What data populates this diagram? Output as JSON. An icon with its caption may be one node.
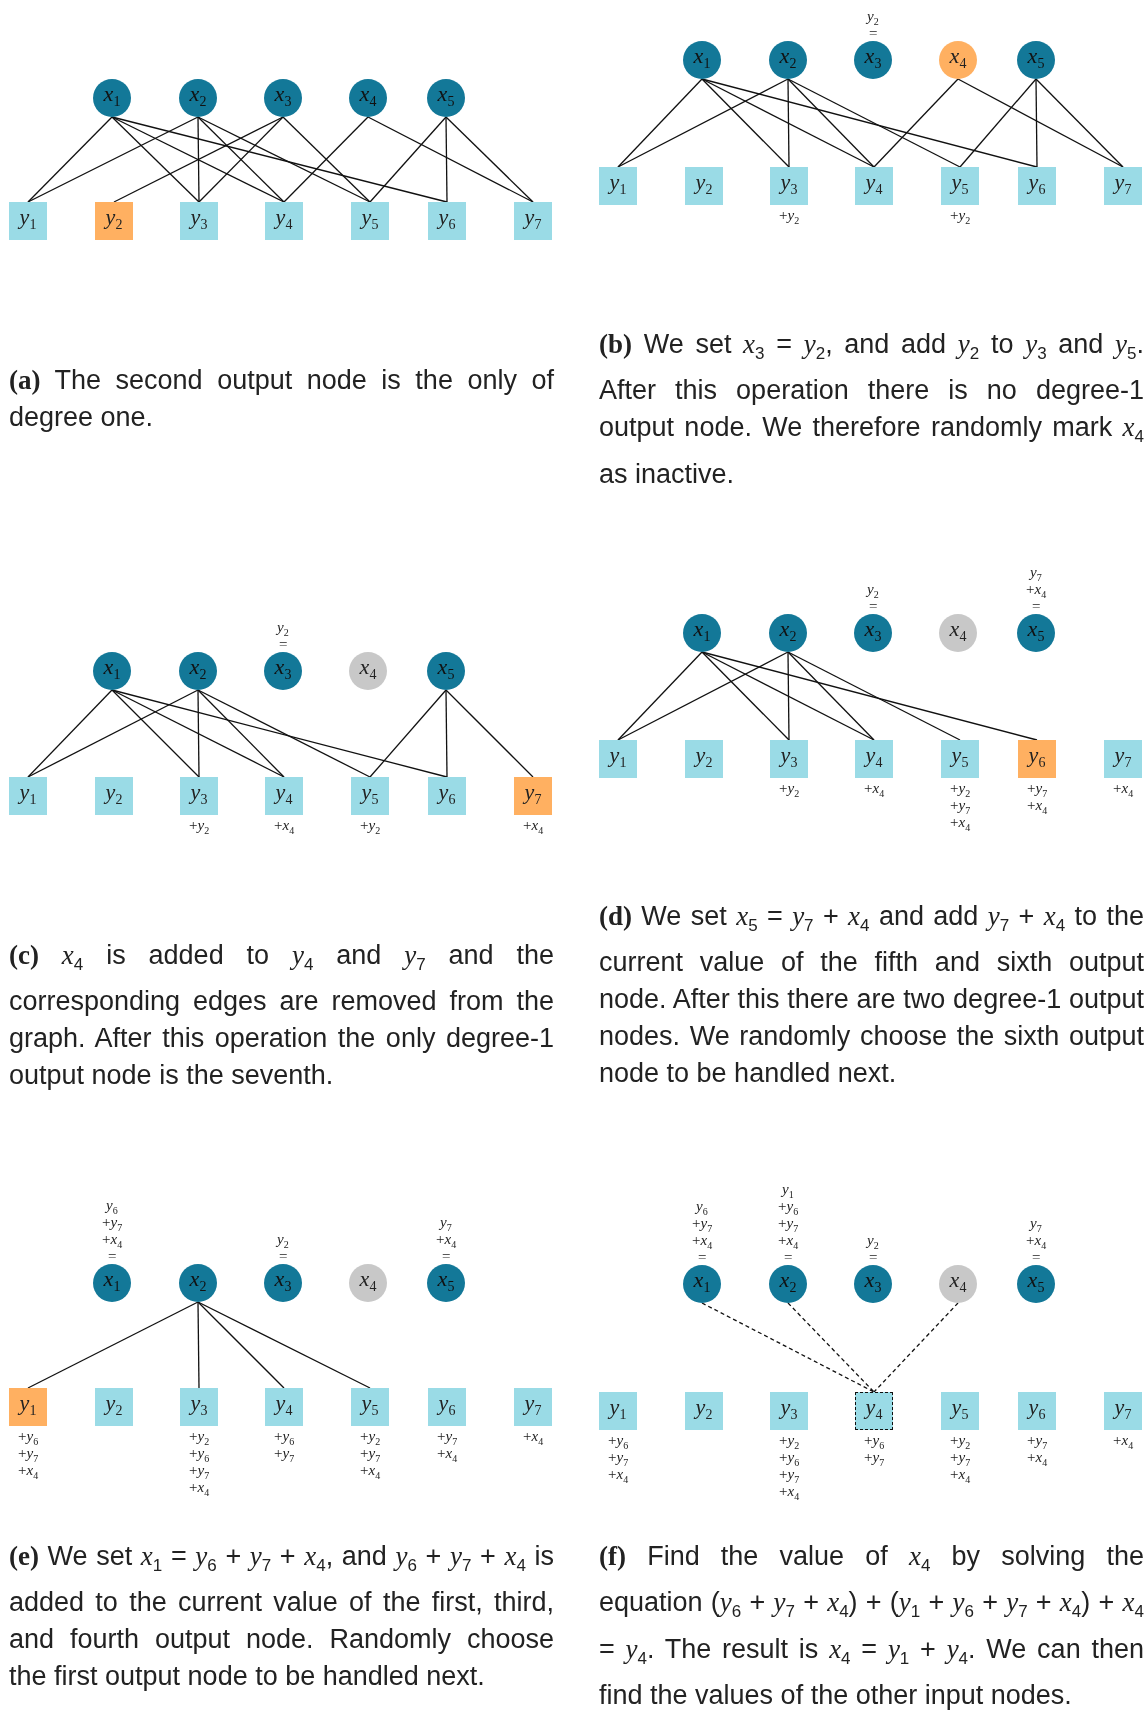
{
  "diagram": {
    "nodes": [
      {
        "text": [
          "*x*$_{1}$"
        ]
      },
      {
        "text": [
          "*x*$_{2}$"
        ]
      },
      {
        "text": [
          "*x*$_{3}$"
        ]
      },
      {
        "text": [
          "*x*$_{4}$"
        ]
      },
      {
        "text": [
          "*x*$_{5}$"
        ]
      },
      {
        "text": [
          "*y*$_{1}$"
        ]
      },
      {
        "text": [
          "*y*$_{2}$"
        ]
      },
      {
        "text": [
          "*y*$_{3}$"
        ]
      },
      {
        "text": [
          "*y*$_{4}$"
        ]
      },
      {
        "text": [
          "*y*$_{5}$"
        ]
      },
      {
        "text": [
          "*y*$_{6}$"
        ]
      },
      {
        "text": [
          "*y*$_{7}$"
        ]
      },
      {
        "text": [
          "*x*$_{1}$"
        ]
      },
      {
        "text": [
          "*x*$_{2}$"
        ]
      },
      {
        "text": [
          "*x*$_{3}$"
        ],
        "beside": [
          "*y*$_{2}$",
          "="
        ]
      },
      {
        "text": [
          "*x*$_{4}$"
        ]
      },
      {
        "text": [
          "*x*$_{5}$"
        ]
      },
      {
        "text": [
          "*y*$_{1}$"
        ]
      },
      {
        "text": [
          "*y*$_{2}$"
        ]
      },
      {
        "text": [
          "*y*$_{3}$"
        ],
        "beside": [
          "+*y*$_{2}$"
        ]
      },
      {
        "text": [
          "*y*$_{4}$"
        ]
      },
      {
        "text": [
          "*y*$_{5}$"
        ],
        "beside": [
          "+*y*$_{2}$"
        ]
      },
      {
        "text": [
          "*y*$_{6}$"
        ]
      },
      {
        "text": [
          "*y*$_{7}$"
        ]
      },
      {
        "text": [
          "*x*$_{1}$"
        ]
      },
      {
        "text": [
          "*x*$_{2}$"
        ]
      },
      {
        "text": [
          "*x*$_{3}$"
        ],
        "beside": [
          "*y*$_{2}$",
          "="
        ]
      },
      {
        "text": [
          "*x*$_{4}$"
        ]
      },
      {
        "text": [
          "*x*$_{5}$"
        ]
      },
      {
        "text": [
          "*y*$_{1}$"
        ]
      },
      {
        "text": [
          "*y*$_{2}$"
        ]
      },
      {
        "text": [
          "*y*$_{3}$"
        ],
        "beside": [
          "+*y*$_{2}$"
        ]
      },
      {
        "text": [
          "*y*$_{4}$"
        ],
        "beside": [
          "+*x*$_{4}$"
        ]
      },
      {
        "text": [
          "*y*$_{5}$"
        ],
        "beside": [
          "+*y*$_{2}$"
        ]
      },
      {
        "text": [
          "*y*$_{6}$"
        ]
      },
      {
        "text": [
          "*y*$_{7}$"
        ],
        "beside": [
          "+*x*$_{4}$"
        ]
      },
      {
        "text": [
          "*x*$_{1}$"
        ]
      },
      {
        "text": [
          "*x*$_{2}$"
        ]
      },
      {
        "text": [
          "*x*$_{3}$"
        ],
        "beside": [
          "*y*$_{2}$",
          "="
        ]
      },
      {
        "text": [
          "*x*$_{4}$"
        ]
      },
      {
        "text": [
          "*x*$_{5}$"
        ],
        "beside": [
          "*y*$_{7}$",
          "+*x*$_{4}$",
          "="
        ]
      },
      {
        "text": [
          "*y*$_{1}$"
        ]
      },
      {
        "text": [
          "*y*$_{2}$"
        ]
      },
      {
        "text": [
          "*y*$_{3}$"
        ],
        "beside": [
          "+*y*$_{2}$"
        ]
      },
      {
        "text": [
          "*y*$_{4}$"
        ],
        "beside": [
          "+*x*$_{4}$"
        ]
      },
      {
        "text": [
          "*y*$_{5}$"
        ],
        "beside": [
          "+*y*$_{2}$",
          "+*y*$_{7}$",
          "+*x*$_{4}$"
        ]
      },
      {
        "text": [
          "*y*$_{6}$"
        ],
        "beside": [
          "+*y*$_{7}$",
          "+*x*$_{4}$"
        ]
      },
      {
        "text": [
          "*y*$_{7}$"
        ],
        "beside": [
          "+*x*$_{4}$"
        ]
      },
      {
        "text": [
          "*x*$_{1}$"
        ],
        "beside": [
          "*y*$_{6}$",
          "+*y*$_{7}$",
          "+*x*$_{4}$",
          "="
        ]
      },
      {
        "text": [
          "*x*$_{2}$"
        ]
      },
      {
        "text": [
          "*x*$_{3}$"
        ],
        "beside": [
          "*y*$_{2}$",
          "="
        ]
      },
      {
        "text": [
          "*x*$_{4}$"
        ]
      },
      {
        "text": [
          "*x*$_{5}$"
        ],
        "beside": [
          "*y*$_{7}$",
          "+*x*$_{4}$",
          "="
        ]
      },
      {
        "text": [
          "*y*$_{1}$"
        ],
        "beside": [
          "+*y*$_{6}$",
          "+*y*$_{7}$",
          "+*x*$_{4}$"
        ]
      },
      {
        "text": [
          "*y*$_{2}$"
        ]
      },
      {
        "text": [
          "*y*$_{3}$"
        ],
        "beside": [
          "+*y*$_{2}$",
          "+*y*$_{6}$",
          "+*y*$_{7}$",
          "+*x*$_{4}$"
        ]
      },
      {
        "text": [
          "*y*$_{4}$"
        ],
        "beside": [
          "+*y*$_{6}$",
          "+*y*$_{7}$"
        ]
      },
      {
        "text": [
          "*y*$_{5}$"
        ],
        "beside": [
          "+*y*$_{2}$",
          "+*y*$_{7}$",
          "+*x*$_{4}$"
        ]
      },
      {
        "text": [
          "*y*$_{6}$"
        ],
        "beside": [
          "+*y*$_{7}$",
          "+*x*$_{4}$"
        ]
      },
      {
        "text": [
          "*y*$_{7}$"
        ],
        "beside": [
          "+*x*$_{4}$"
        ]
      },
      {
        "text": [
          "*x*$_{1}$"
        ],
        "beside": [
          "*y*$_{6}$",
          "+*y*$_{7}$",
          "+*x*$_{4}$",
          "="
        ]
      },
      {
        "text": [
          "*x*$_{2}$"
        ],
        "beside": [
          "*y*$_{1}$",
          "+*y*$_{6}$",
          "+*y*$_{7}$",
          "+*x*$_{4}$",
          "="
        ]
      },
      {
        "text": [
          "*x*$_{3}$"
        ],
        "beside": [
          "*y*$_{2}$",
          "="
        ]
      },
      {
        "text": [
          "*x*$_{4}$"
        ]
      },
      {
        "text": [
          "*x*$_{5}$"
        ],
        "beside": [
          "*y*$_{7}$",
          "+*x*$_{4}$",
          "="
        ]
      },
      {
        "text": [
          "*y*$_{1}$"
        ],
        "beside": [
          "+*y*$_{6}$",
          "+*y*$_{7}$",
          "+*x*$_{4}$"
        ]
      },
      {
        "text": [
          "*y*$_{2}$"
        ]
      },
      {
        "text": [
          "*y*$_{3}$"
        ],
        "beside": [
          "+*y*$_{2}$",
          "+*y*$_{6}$",
          "+*y*$_{7}$",
          "+*x*$_{4}$"
        ]
      },
      {
        "text": [
          "*y*$_{4}$"
        ],
        "beside": [
          "+*y*$_{6}$",
          "+*y*$_{7}$"
        ]
      },
      {
        "text": [
          "*y*$_{5}$"
        ],
        "beside": [
          "+*y*$_{2}$",
          "+*y*$_{7}$",
          "+*x*$_{4}$"
        ]
      },
      {
        "text": [
          "*y*$_{6}$"
        ],
        "beside": [
          "+*y*$_{7}$",
          "+*x*$_{4}$"
        ]
      },
      {
        "text": [
          "*y*$_{7}$"
        ],
        "beside": [
          "+*x*$_{4}$"
        ]
      }
    ],
    "edges": [
      {
        "from": 0,
        "to": 5,
        "arrow": "none"
      },
      {
        "from": 0,
        "to": 7,
        "arrow": "none"
      },
      {
        "from": 0,
        "to": 8,
        "arrow": "none"
      },
      {
        "from": 0,
        "to": 10,
        "arrow": "none"
      },
      {
        "from": 1,
        "to": 5,
        "arrow": "none"
      },
      {
        "from": 1,
        "to": 7,
        "arrow": "none"
      },
      {
        "from": 1,
        "to": 8,
        "arrow": "none"
      },
      {
        "from": 1,
        "to": 9,
        "arrow": "none"
      },
      {
        "from": 2,
        "to": 6,
        "arrow": "none"
      },
      {
        "from": 2,
        "to": 7,
        "arrow": "none"
      },
      {
        "from": 2,
        "to": 9,
        "arrow": "none"
      },
      {
        "from": 3,
        "to": 8,
        "arrow": "none"
      },
      {
        "from": 3,
        "to": 11,
        "arrow": "none"
      },
      {
        "from": 4,
        "to": 9,
        "arrow": "none"
      },
      {
        "from": 4,
        "to": 10,
        "arrow": "none"
      },
      {
        "from": 4,
        "to": 11,
        "arrow": "none"
      },
      {
        "from": 12,
        "to": 17,
        "arrow": "none"
      },
      {
        "from": 12,
        "to": 19,
        "arrow": "none"
      },
      {
        "from": 12,
        "to": 20,
        "arrow": "none"
      },
      {
        "from": 12,
        "to": 22,
        "arrow": "none"
      },
      {
        "from": 13,
        "to": 17,
        "arrow": "none"
      },
      {
        "from": 13,
        "to": 19,
        "arrow": "none"
      },
      {
        "from": 13,
        "to": 20,
        "arrow": "none"
      },
      {
        "from": 13,
        "to": 21,
        "arrow": "none"
      },
      {
        "from": 15,
        "to": 20,
        "arrow": "none"
      },
      {
        "from": 15,
        "to": 23,
        "arrow": "none"
      },
      {
        "from": 16,
        "to": 21,
        "arrow": "none"
      },
      {
        "from": 16,
        "to": 22,
        "arrow": "none"
      },
      {
        "from": 16,
        "to": 23,
        "arrow": "none"
      },
      {
        "from": 24,
        "to": 29,
        "arrow": "none"
      },
      {
        "from": 24,
        "to": 31,
        "arrow": "none"
      },
      {
        "from": 24,
        "to": 32,
        "arrow": "none"
      },
      {
        "from": 24,
        "to": 34,
        "arrow": "none"
      },
      {
        "from": 25,
        "to": 29,
        "arrow": "none"
      },
      {
        "from": 25,
        "to": 31,
        "arrow": "none"
      },
      {
        "from": 25,
        "to": 32,
        "arrow": "none"
      },
      {
        "from": 25,
        "to": 33,
        "arrow": "none"
      },
      {
        "from": 28,
        "to": 33,
        "arrow": "none"
      },
      {
        "from": 28,
        "to": 34,
        "arrow": "none"
      },
      {
        "from": 28,
        "to": 35,
        "arrow": "none"
      },
      {
        "from": 36,
        "to": 41,
        "arrow": "none"
      },
      {
        "from": 36,
        "to": 43,
        "arrow": "none"
      },
      {
        "from": 36,
        "to": 44,
        "arrow": "none"
      },
      {
        "from": 36,
        "to": 46,
        "arrow": "none"
      },
      {
        "from": 37,
        "to": 41,
        "arrow": "none"
      },
      {
        "from": 37,
        "to": 43,
        "arrow": "none"
      },
      {
        "from": 37,
        "to": 44,
        "arrow": "none"
      },
      {
        "from": 37,
        "to": 45,
        "arrow": "none"
      },
      {
        "from": 49,
        "to": 53,
        "arrow": "none"
      },
      {
        "from": 49,
        "to": 55,
        "arrow": "none"
      },
      {
        "from": 49,
        "to": 56,
        "arrow": "none"
      },
      {
        "from": 49,
        "to": 57,
        "arrow": "none"
      },
      {
        "from": 60,
        "to": 68,
        "arrow": "none",
        "style": "dashed"
      },
      {
        "from": 61,
        "to": 68,
        "arrow": "none",
        "style": "dashed"
      },
      {
        "from": 63,
        "to": 68,
        "arrow": "none",
        "style": "dashed"
      }
    ],
    "labels": [
      "**(a)** The second output node is the only of degree one.",
      "**(b)** We set *x*$_{3}$ = *y*$_{2}$, and add *y*$_{2}$ to *y*$_{3}$ and *y*$_{5}$. After this operation there is no degree-1 output node. We therefore randomly mark *x*$_{4}$ as inactive.",
      "**(c)** *x*$_{4}$ is added to *y*$_{4}$ and *y*$_{7}$ and the corresponding edges are removed from the graph. After this operation the only degree-1 output node is the seventh.",
      "**(d)** We set *x*$_{5}$ = *y*$_{7}$ + *x*$_{4}$ and add *y*$_{7}$ + *x*$_{4}$ to the current value of the fifth and sixth output node. After this there are two degree-1 output nodes. We randomly choose the sixth output node to be handled next.",
      "**(e)** We set *x*$_{1}$ = *y*$_{6}$ + *y*$_{7}$ + *x*$_{4}$, and *y*$_{6}$ + *y*$_{7}$ + *x*$_{4}$ is added to the current value of the first, third, and fourth output node. Randomly choose the first output node to be handled next.",
      "**(f)** Find the value of *x*$_{4}$ by solving the equation (*y*$_{6}$ + *y*$_{7}$ + *x*$_{4}$) + (*y*$_{1}$ + *y*$_{6}$ + *y*$_{7}$ + *x*$_{4}$) + *x*$_{4}$ = *y*$_{4}$. The result is *x*$_{4}$ = *y*$_{1}$ + *y*$_{4}$. We can then find the values of the other input nodes."
    ]
  }
}
